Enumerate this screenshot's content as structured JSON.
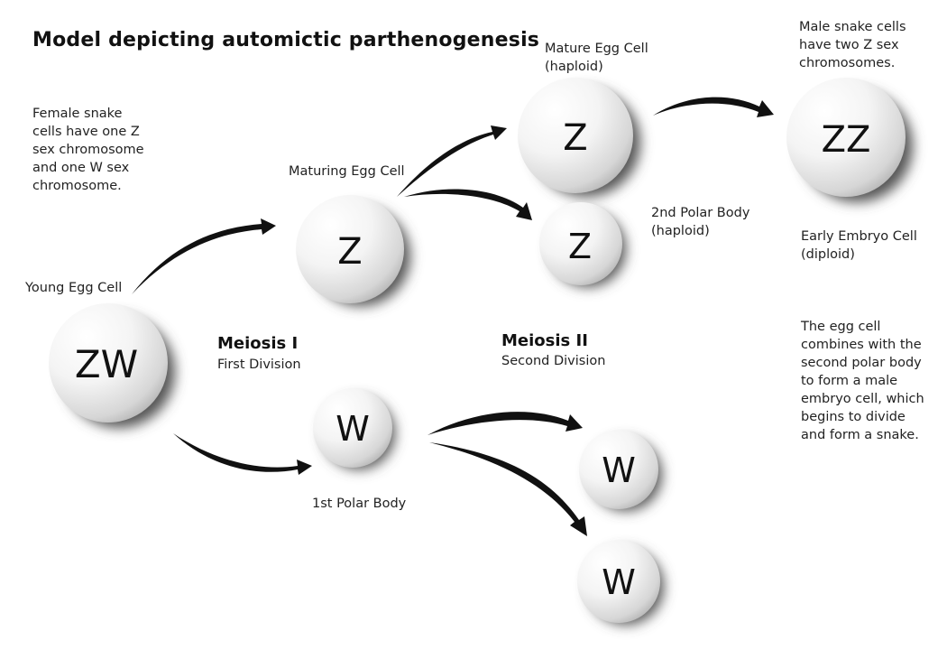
{
  "title": "Model depicting automictic parthenogenesis",
  "notes": {
    "female": "Female snake\ncells have one Z\nsex chromosome\nand one W sex\nchromosome.",
    "male": "Male snake cells\nhave two Z sex\nchromosomes.",
    "combine": "The egg cell\ncombines with the\nsecond polar body\nto form a male\nembryo cell, which\nbegins to divide\nand form a snake."
  },
  "stages": {
    "meiosis1": {
      "heading": "Meiosis I",
      "sub": "First Division"
    },
    "meiosis2": {
      "heading": "Meiosis II",
      "sub": "Second Division"
    }
  },
  "labels": {
    "young_egg": "Young Egg Cell",
    "maturing_egg": "Maturing Egg Cell",
    "mature_egg": "Mature Egg Cell\n(haploid)",
    "second_polar": "2nd Polar Body\n(haploid)",
    "early_embryo": "Early Embryo Cell\n(diploid)",
    "first_polar": "1st Polar Body"
  },
  "cells": {
    "young_egg": "ZW",
    "maturing_egg": "Z",
    "mature_egg": "Z",
    "second_polar": "Z",
    "embryo": "ZZ",
    "first_polar": "W",
    "w_upper": "W",
    "w_lower": "W"
  },
  "colors": {
    "cell_light": "#ffffff",
    "cell_mid": "#e6e6e6",
    "shadow": "#5a5a5a",
    "arrow": "#111111"
  }
}
